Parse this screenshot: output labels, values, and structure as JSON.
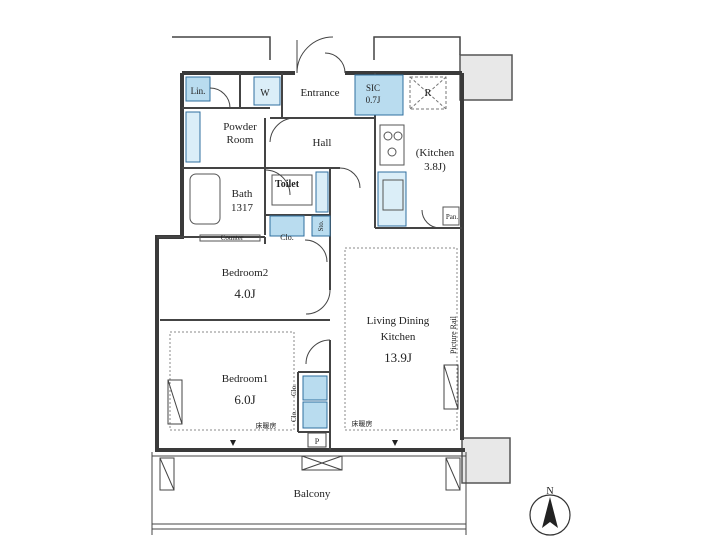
{
  "rooms": {
    "lin": "Lin.",
    "w": "W",
    "entrance": "Entrance",
    "sic": {
      "name": "SIC",
      "size": "0.7J"
    },
    "r": "R",
    "powder_room": {
      "line1": "Powder",
      "line2": "Room"
    },
    "hall": "Hall",
    "kitchen": {
      "name": "(Kitchen",
      "size": "3.8J)"
    },
    "bath": {
      "name": "Bath",
      "size": "1317"
    },
    "toilet": "Toilet",
    "pan": "Pan.",
    "counter": "Counter",
    "clo": "Clo.",
    "sto": "Sto.",
    "bedroom2": {
      "name": "Bedroom2",
      "size": "4.0J"
    },
    "ldk": {
      "line1": "Living Dining",
      "line2": "Kitchen",
      "size": "13.9J"
    },
    "picture_rail": "Picture Rail",
    "bedroom1": {
      "name": "Bedroom1",
      "size": "6.0J"
    },
    "clo_b1a": "Clo.",
    "clo_b1b": "Clo.",
    "floor_heating_1": "床暖房",
    "floor_heating_2": "床暖房",
    "p": "P",
    "balcony": "Balcony"
  },
  "compass": {
    "label": "N"
  },
  "colors": {
    "wall": "#3a3a3a",
    "fixture": "#b9dcef",
    "line": "#444444"
  }
}
